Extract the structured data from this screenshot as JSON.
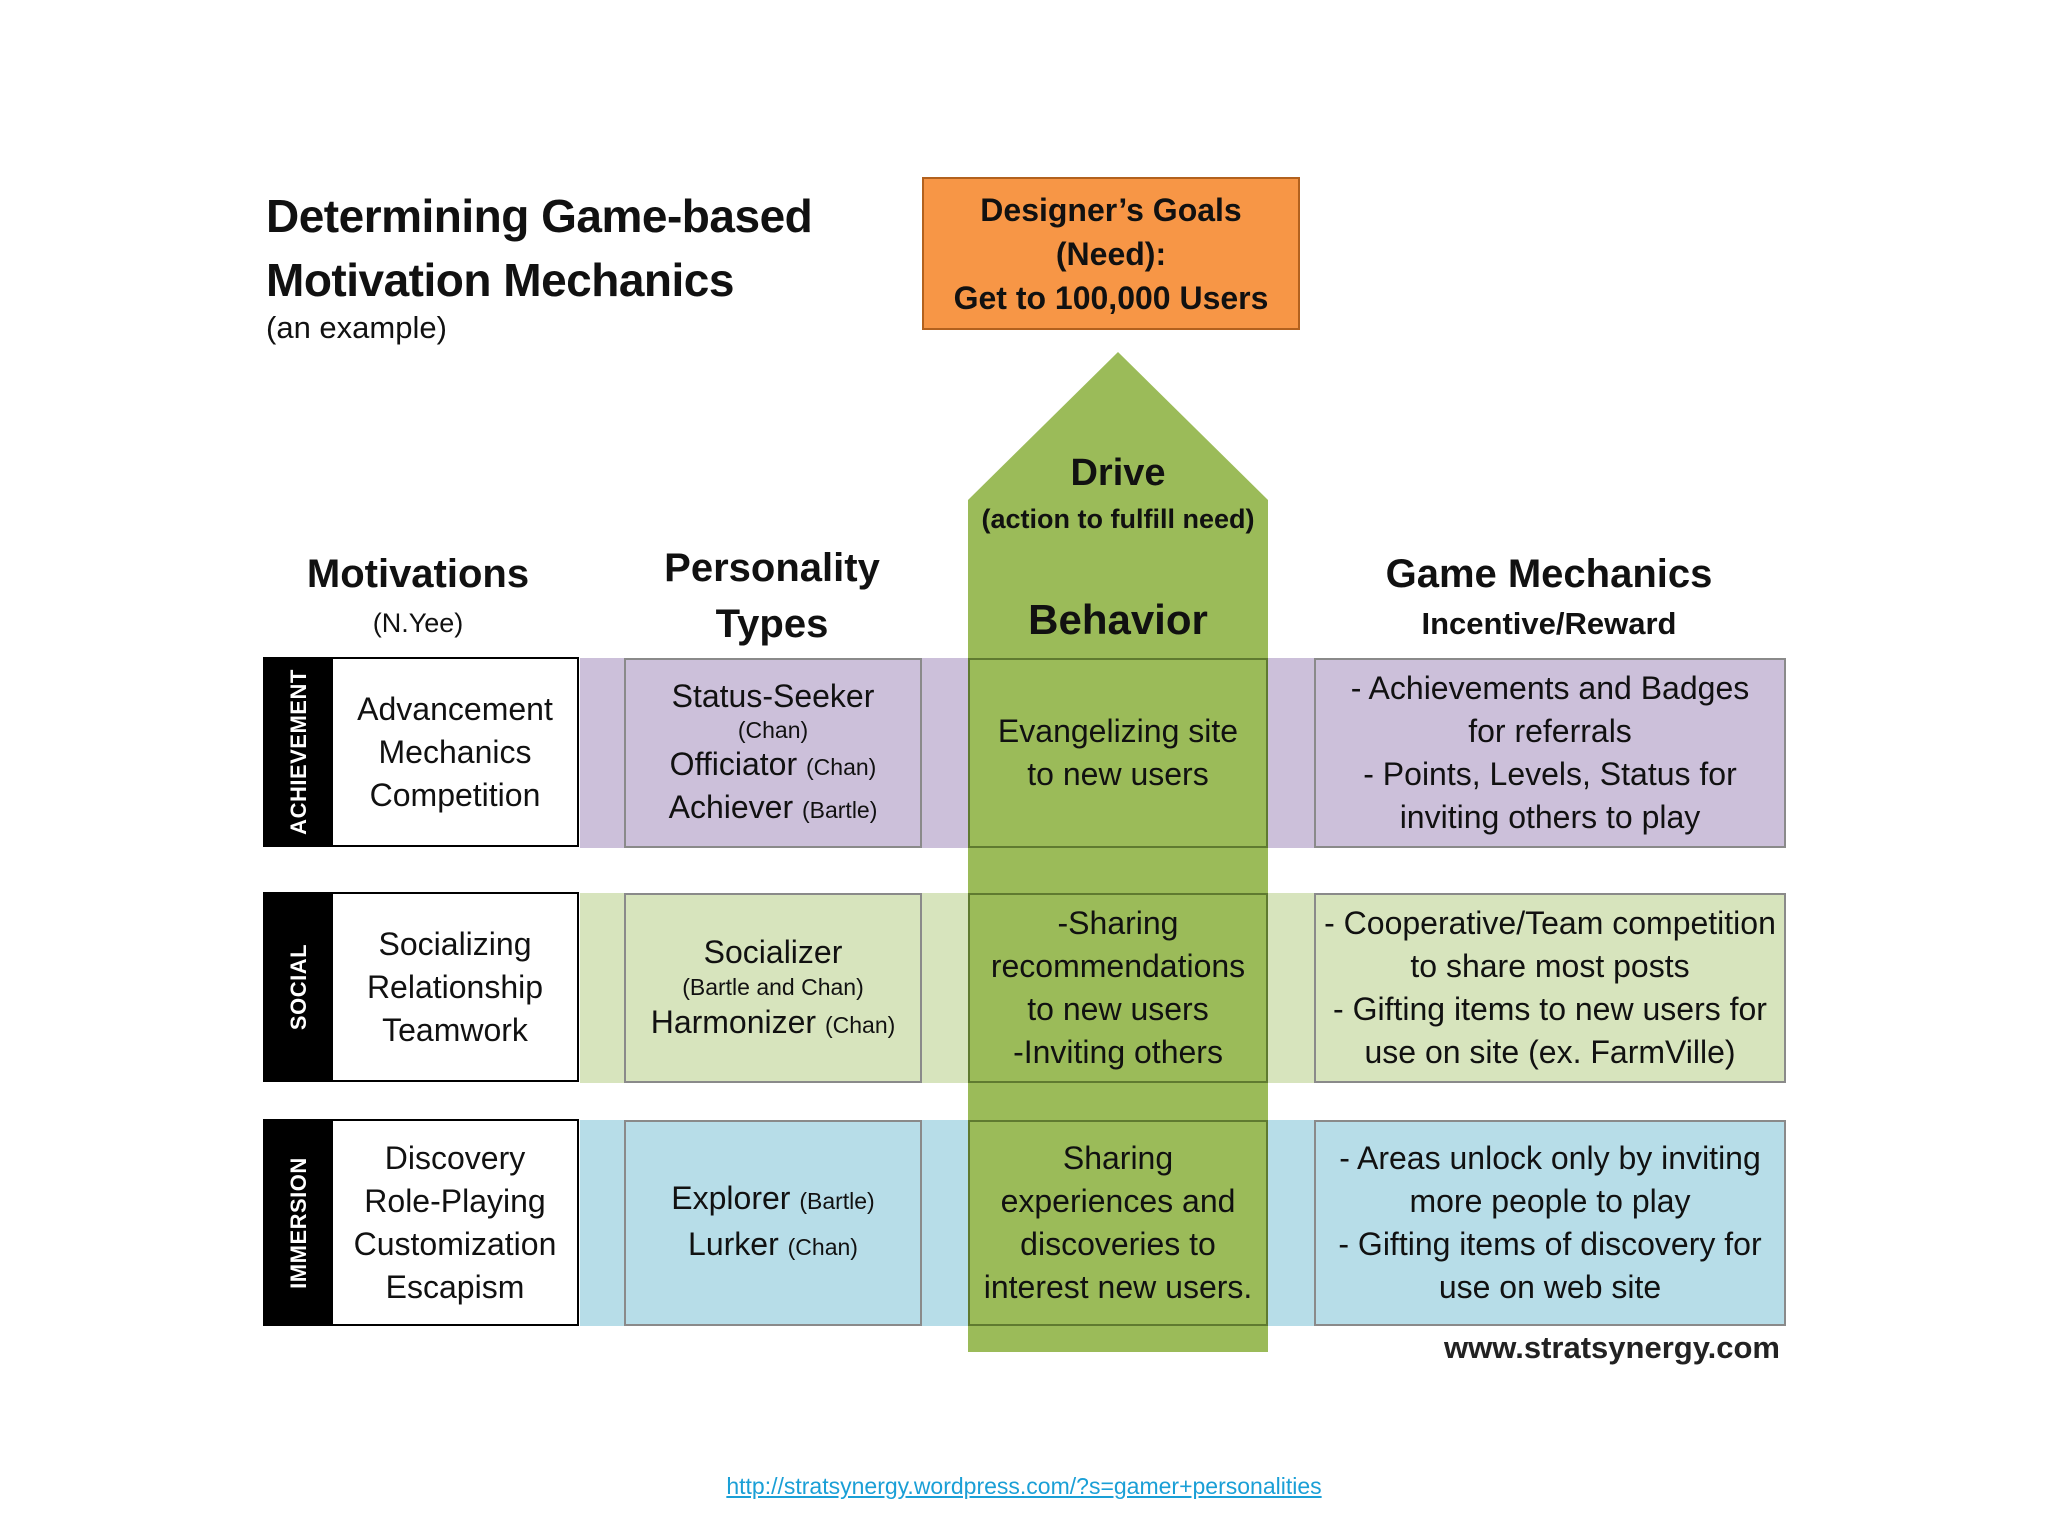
{
  "title": {
    "line1": "Determining Game-based",
    "line2": "Motivation Mechanics",
    "subtitle": "(an example)"
  },
  "goal": {
    "line1": "Designer’s Goals",
    "line2": "(Need):",
    "line3": "Get to 100,000 Users"
  },
  "drive": {
    "label": "Drive",
    "sub": "(action to fulfill need)"
  },
  "headers": {
    "motivations": "Motivations",
    "motivations_sub": "(N.Yee)",
    "personality_line1": "Personality",
    "personality_line2": "Types",
    "behavior": "Behavior",
    "mechanics": "Game Mechanics",
    "mechanics_sub": "Incentive/Reward"
  },
  "rows": [
    {
      "category": "ACHIEVEMENT",
      "motivations": [
        "Advancement",
        "Mechanics",
        "Competition"
      ],
      "types": {
        "l1": "Status-Seeker",
        "l1s": "(Chan)",
        "l2": "Officiator",
        "l2s": "(Chan)",
        "l3": "Achiever",
        "l3s": "(Bartle)"
      },
      "behavior": [
        "Evangelizing site",
        "to new users"
      ],
      "mechanics": [
        "- Achievements  and Badges",
        "for referrals",
        "- Points, Levels, Status for",
        "inviting others to play"
      ]
    },
    {
      "category": "SOCIAL",
      "motivations": [
        "Socializing",
        "Relationship",
        "Teamwork"
      ],
      "types": {
        "l1": "Socializer",
        "l1s": "(Bartle and Chan)",
        "l2": "Harmonizer",
        "l2s": "(Chan)"
      },
      "behavior": [
        "-Sharing",
        "recommendations",
        "to new users",
        "-Inviting others"
      ],
      "mechanics": [
        "- Cooperative/Team competition",
        "to share most posts",
        "- Gifting items to new users for",
        "use on site (ex. FarmVille)"
      ]
    },
    {
      "category": "IMMERSION",
      "motivations": [
        "Discovery",
        "Role-Playing",
        "Customization",
        "Escapism"
      ],
      "types": {
        "l1": "Explorer",
        "l1s": "(Bartle)",
        "l2": "Lurker",
        "l2s": "(Chan)"
      },
      "behavior": [
        "Sharing",
        "experiences and",
        "discoveries to",
        "interest new users."
      ],
      "mechanics": [
        "- Areas unlock only by inviting",
        "more people to play",
        "- Gifting items of discovery for",
        "use on web site"
      ]
    }
  ],
  "footer": {
    "site": "www.stratsynergy.com",
    "link": "http://stratsynergy.wordpress.com/?s=gamer+personalities"
  },
  "colors": {
    "purple": "#ccc0da",
    "green_light": "#d7e4bd",
    "blue": "#b7dde8",
    "green": "#9bbb59",
    "orange": "#f79646"
  }
}
